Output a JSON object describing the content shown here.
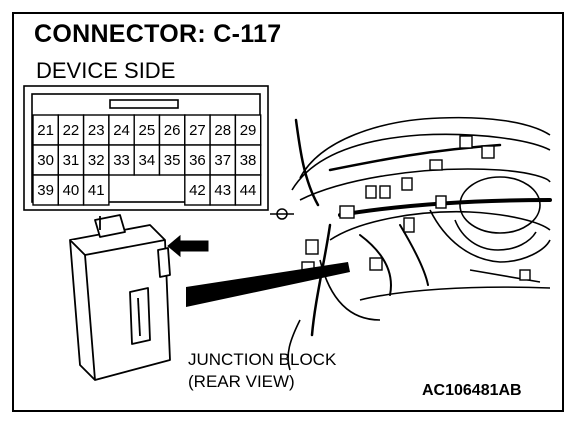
{
  "title": "CONNECTOR: C-117",
  "subtitle": "DEVICE SIDE",
  "connector": {
    "rows": [
      [
        "21",
        "22",
        "23",
        "24",
        "25",
        "26",
        "27",
        "28",
        "29"
      ],
      [
        "30",
        "31",
        "32",
        "33",
        "34",
        "35",
        "36",
        "37",
        "38"
      ],
      [
        "39",
        "40",
        "41",
        "",
        "",
        "",
        "42",
        "43",
        "44"
      ]
    ]
  },
  "junction_block_label": {
    "line1": "JUNCTION BLOCK",
    "line2": "(REAR VIEW)"
  },
  "figure_code": "AC106481AB"
}
